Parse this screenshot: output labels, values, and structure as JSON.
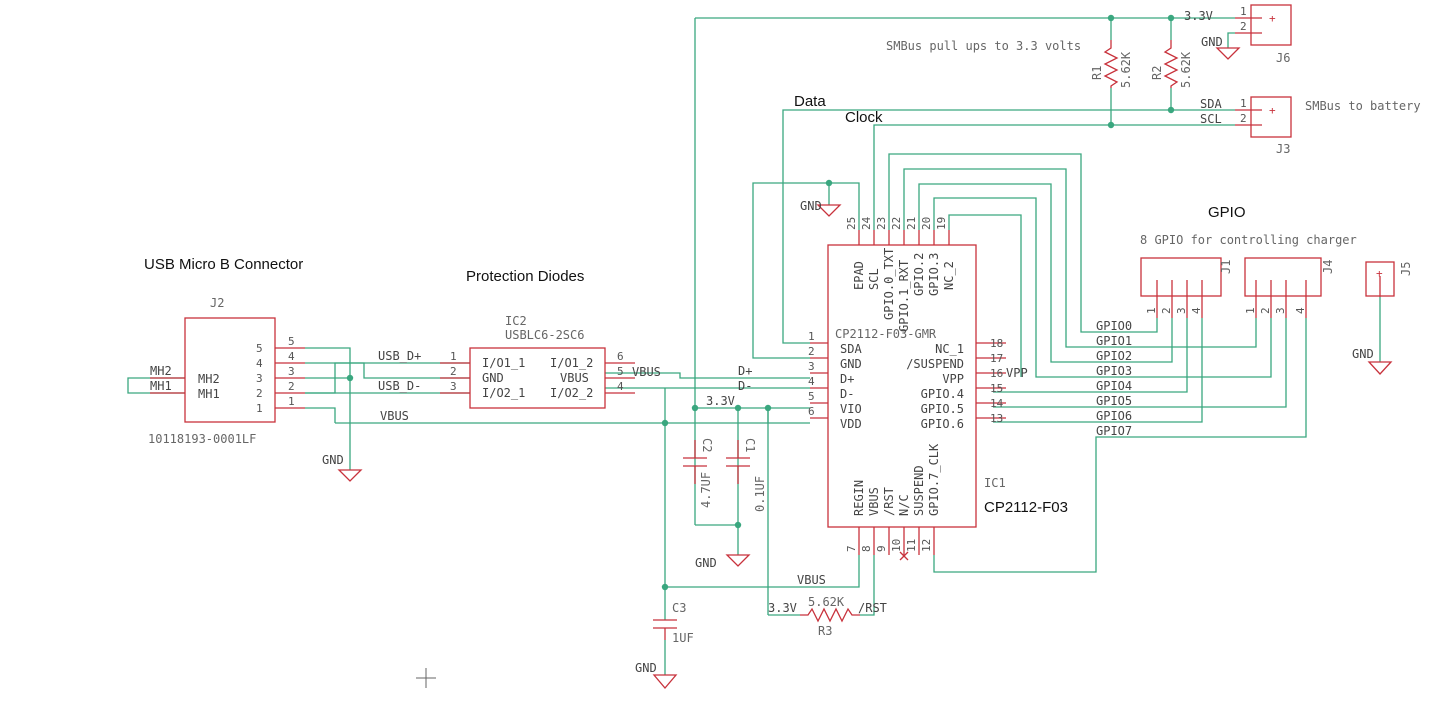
{
  "headings": {
    "usb": "USB Micro B Connector",
    "protection": "Protection Diodes",
    "gpio": "GPIO",
    "data": "Data",
    "clock": "Clock",
    "cp2112": "CP2112-F03"
  },
  "notes": {
    "pullups": "SMBus pull ups to 3.3 volts",
    "battery": "SMBus to battery",
    "gpio_note": "8 GPIO for controlling charger"
  },
  "j2": {
    "ref": "J2",
    "value": "10118193-0001LF",
    "inner": [
      "MH2",
      "MH1"
    ],
    "outer": [
      "MH2",
      "MH1"
    ],
    "pins": [
      "5",
      "4",
      "3",
      "2",
      "1"
    ]
  },
  "ic2": {
    "ref": "IC2",
    "value": "USBLC6-2SC6",
    "left": [
      "I/O1_1",
      "GND",
      "I/O2_1"
    ],
    "right": [
      "I/O1_2",
      "VBUS",
      "I/O2_2"
    ],
    "left_pins": [
      "1",
      "2",
      "3"
    ],
    "right_pins": [
      "6",
      "5",
      "4"
    ]
  },
  "ic1": {
    "ref": "IC1",
    "part": "CP2112-F03-GMR",
    "left": [
      "SDA",
      "GND",
      "D+",
      "D-",
      "VIO",
      "VDD"
    ],
    "left_pins": [
      "1",
      "2",
      "3",
      "4",
      "5",
      "6"
    ],
    "right": [
      "NC_1",
      "/SUSPEND",
      "VPP",
      "GPIO.4",
      "GPIO.5",
      "GPIO.6"
    ],
    "right_pins": [
      "18",
      "17",
      "16",
      "15",
      "14",
      "13"
    ],
    "top": [
      "EPAD",
      "SCL",
      "GPIO.0_TXT",
      "GPIO.1_RXT",
      "GPIO.2",
      "GPIO.3",
      "NC_2"
    ],
    "top_pins": [
      "25",
      "24",
      "23",
      "22",
      "21",
      "20",
      "19"
    ],
    "bottom": [
      "REGIN",
      "VBUS",
      "/RST",
      "N/C",
      "SUSPEND",
      "GPIO.7_CLK"
    ],
    "bottom_pins": [
      "7",
      "8",
      "9",
      "10",
      "11",
      "12"
    ]
  },
  "nets": {
    "usb_dp": "USB_D+",
    "usb_dm": "USB_D-",
    "vbus": "VBUS",
    "v33": "3.3V",
    "dp": "D+",
    "dm": "D-",
    "vpp": "VPP",
    "rst": "/RST",
    "sda": "SDA",
    "scl": "SCL",
    "gnd": "GND",
    "gpio": [
      "GPIO0",
      "GPIO1",
      "GPIO2",
      "GPIO3",
      "GPIO4",
      "GPIO5",
      "GPIO6",
      "GPIO7"
    ]
  },
  "passives": {
    "r1": {
      "ref": "R1",
      "value": "5.62K"
    },
    "r2": {
      "ref": "R2",
      "value": "5.62K"
    },
    "r3": {
      "ref": "R3",
      "value": "5.62K"
    },
    "c1": {
      "ref": "C1",
      "value": "0.1UF"
    },
    "c2": {
      "ref": "C2",
      "value": "4.7UF"
    },
    "c3": {
      "ref": "C3",
      "value": "1UF"
    }
  },
  "connectors": {
    "j1": {
      "ref": "J1",
      "pins": [
        "1",
        "2",
        "3",
        "4"
      ]
    },
    "j3": {
      "ref": "J3",
      "pins": [
        "1",
        "2"
      ]
    },
    "j4": {
      "ref": "J4",
      "pins": [
        "1",
        "2",
        "3",
        "4"
      ]
    },
    "j5": {
      "ref": "J5"
    },
    "j6": {
      "ref": "J6",
      "pins": [
        "1",
        "2"
      ]
    }
  }
}
